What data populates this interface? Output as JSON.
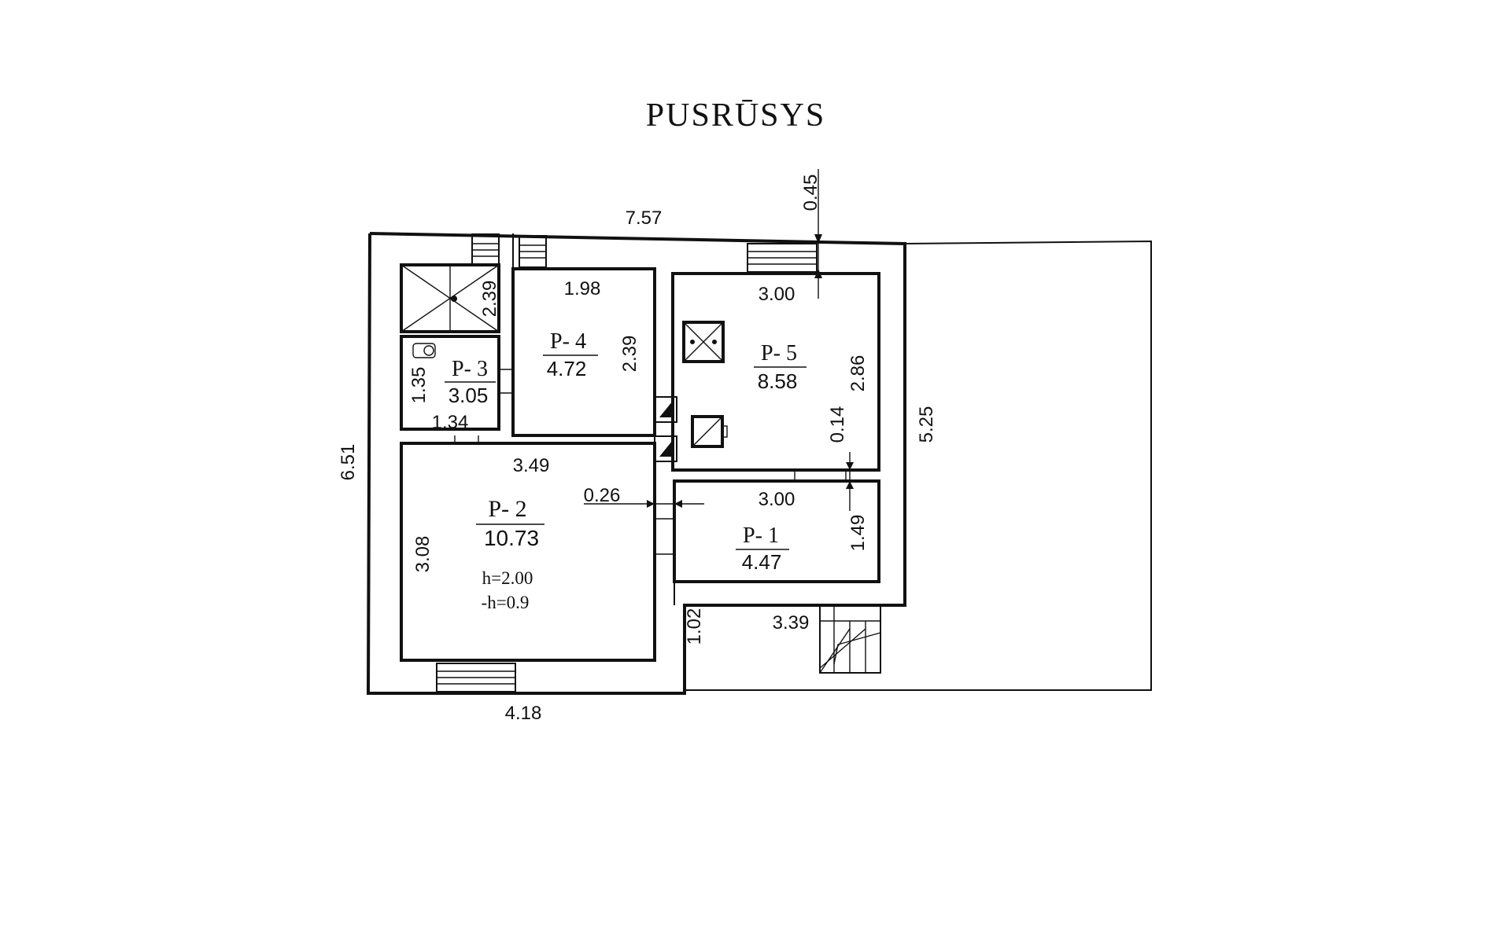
{
  "title": "PUSRŪSYS",
  "rooms": [
    {
      "id": "P-1",
      "label": "P- 1",
      "area": "4.47"
    },
    {
      "id": "P-2",
      "label": "P- 2",
      "area": "10.73",
      "notes": [
        "h=2.00",
        "-h=0.9"
      ]
    },
    {
      "id": "P-3",
      "label": "P- 3",
      "area": "3.05"
    },
    {
      "id": "P-4",
      "label": "P- 4",
      "area": "4.72"
    },
    {
      "id": "P-5",
      "label": "P- 5",
      "area": "8.58"
    }
  ],
  "dimensions": {
    "overall_width": "7.57",
    "overall_height": "6.51",
    "right_height": "5.25",
    "bottom_width": "4.18",
    "wall_top": "0.45",
    "wall_mid": "0.14",
    "p2_wall": "0.26",
    "p1_width": "3.00",
    "p1_height": "1.49",
    "p2_width": "3.49",
    "p2_height": "3.08",
    "p3_width": "1.34",
    "p3_height": "1.35",
    "shower_depth": "2.39",
    "p4_width": "1.98",
    "p4_height": "2.39",
    "p5_width": "3.00",
    "p5_height": "2.86",
    "stair_height": "1.02",
    "stair_width": "3.39"
  }
}
